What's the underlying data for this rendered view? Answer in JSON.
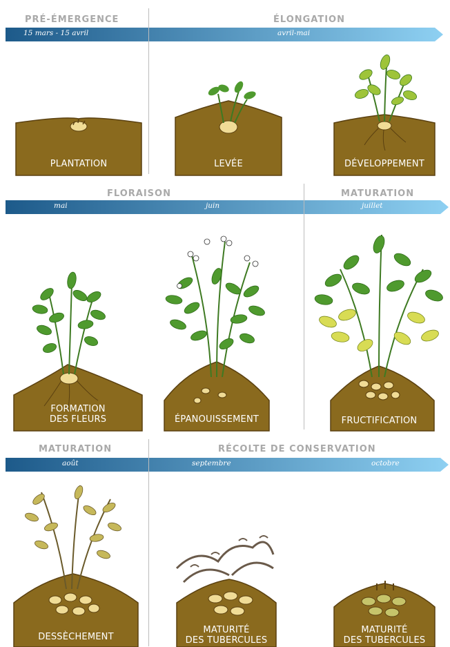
{
  "colors": {
    "soil": "#8a6a1e",
    "soil_edge": "#5a4010",
    "leaf": "#4f9a2e",
    "leaf_light": "#9ec43a",
    "leaf_yellow": "#d8dc54",
    "leaf_dry": "#8e7a3a",
    "stem_dead": "#6a5a4a",
    "tuber": "#f0dc96",
    "bar_dark": "#1d5a8a",
    "bar_light": "#8ed0f2",
    "phase_text": "#a9a9a9"
  },
  "rows": [
    {
      "phases": [
        "PRÉ-ÉMERGENCE",
        "ÉLONGATION"
      ],
      "periods": [
        "15 mars - 15 avril",
        "avril-mai"
      ],
      "stages": [
        "PLANTATION",
        "LEVÉE",
        "DÉVELOPPEMENT"
      ]
    },
    {
      "phases": [
        "FLORAISON",
        "MATURATION"
      ],
      "periods": [
        "mai",
        "juin",
        "juillet"
      ],
      "stages": [
        "FORMATION\nDES FLEURS",
        "ÉPANOUISSEMENT",
        "FRUCTIFICATION"
      ]
    },
    {
      "phases": [
        "MATURATION",
        "RÉCOLTE DE CONSERVATION"
      ],
      "periods": [
        "août",
        "septembre",
        "octobre"
      ],
      "stages": [
        "DESSÈCHEMENT",
        "MATURITÉ\nDES TUBERCULES",
        "MATURITÉ\nDES TUBERCULES"
      ]
    }
  ]
}
